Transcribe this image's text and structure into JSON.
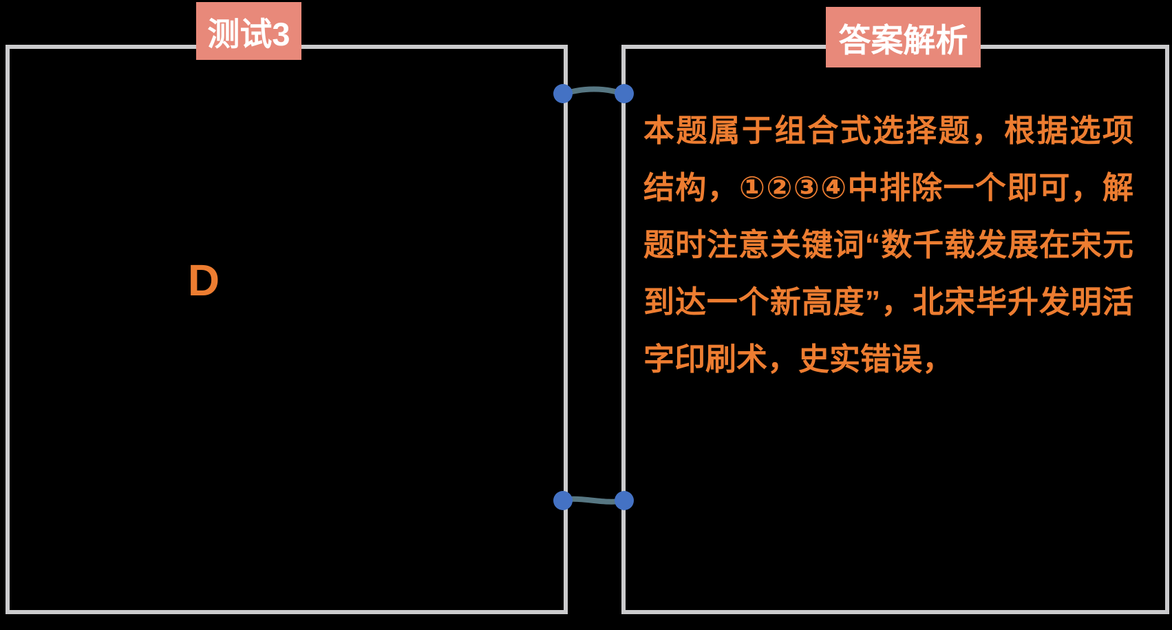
{
  "slide": {
    "background_color": "#000000",
    "panel_border_color": "#cbcbcd",
    "badge_color": "#e8897a",
    "accent_orange": "#ed7d31",
    "connector_dot_color": "#4472c4",
    "connector_line_color": "#577783",
    "left_panel": {
      "badge_label": "测试3",
      "answer_letter": "D"
    },
    "right_panel": {
      "badge_label": "答案解析",
      "analysis_text": "本题属于组合式选择题，根据选项结构，①②③④中排除一个即可，解题时注意关键词“数千载发展在宋元到达一个新高度”，北宋毕升发明活字印刷术，史实错误，"
    }
  }
}
